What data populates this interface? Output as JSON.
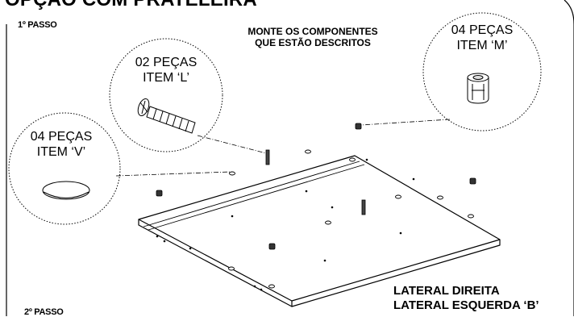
{
  "title": "OPÇÃO COM PRATELEIRA",
  "steps": {
    "first": "1º PASSO",
    "second": "2º PASSO"
  },
  "instruction": {
    "line1": "MONTE OS COMPONENTES",
    "line2": "QUE ESTÃO DESCRITOS"
  },
  "callouts": {
    "item_l": {
      "qty": "02 PEÇAS",
      "item": "ITEM ‘L’"
    },
    "item_m": {
      "qty": "04 PEÇAS",
      "item": "ITEM ‘M’"
    },
    "item_v": {
      "qty": "04 PEÇAS",
      "item": "ITEM ‘V’"
    }
  },
  "labels": {
    "right_side": "LATERAL DIREITA",
    "left_side": "LATERAL ESQUERDA ‘B’"
  }
}
